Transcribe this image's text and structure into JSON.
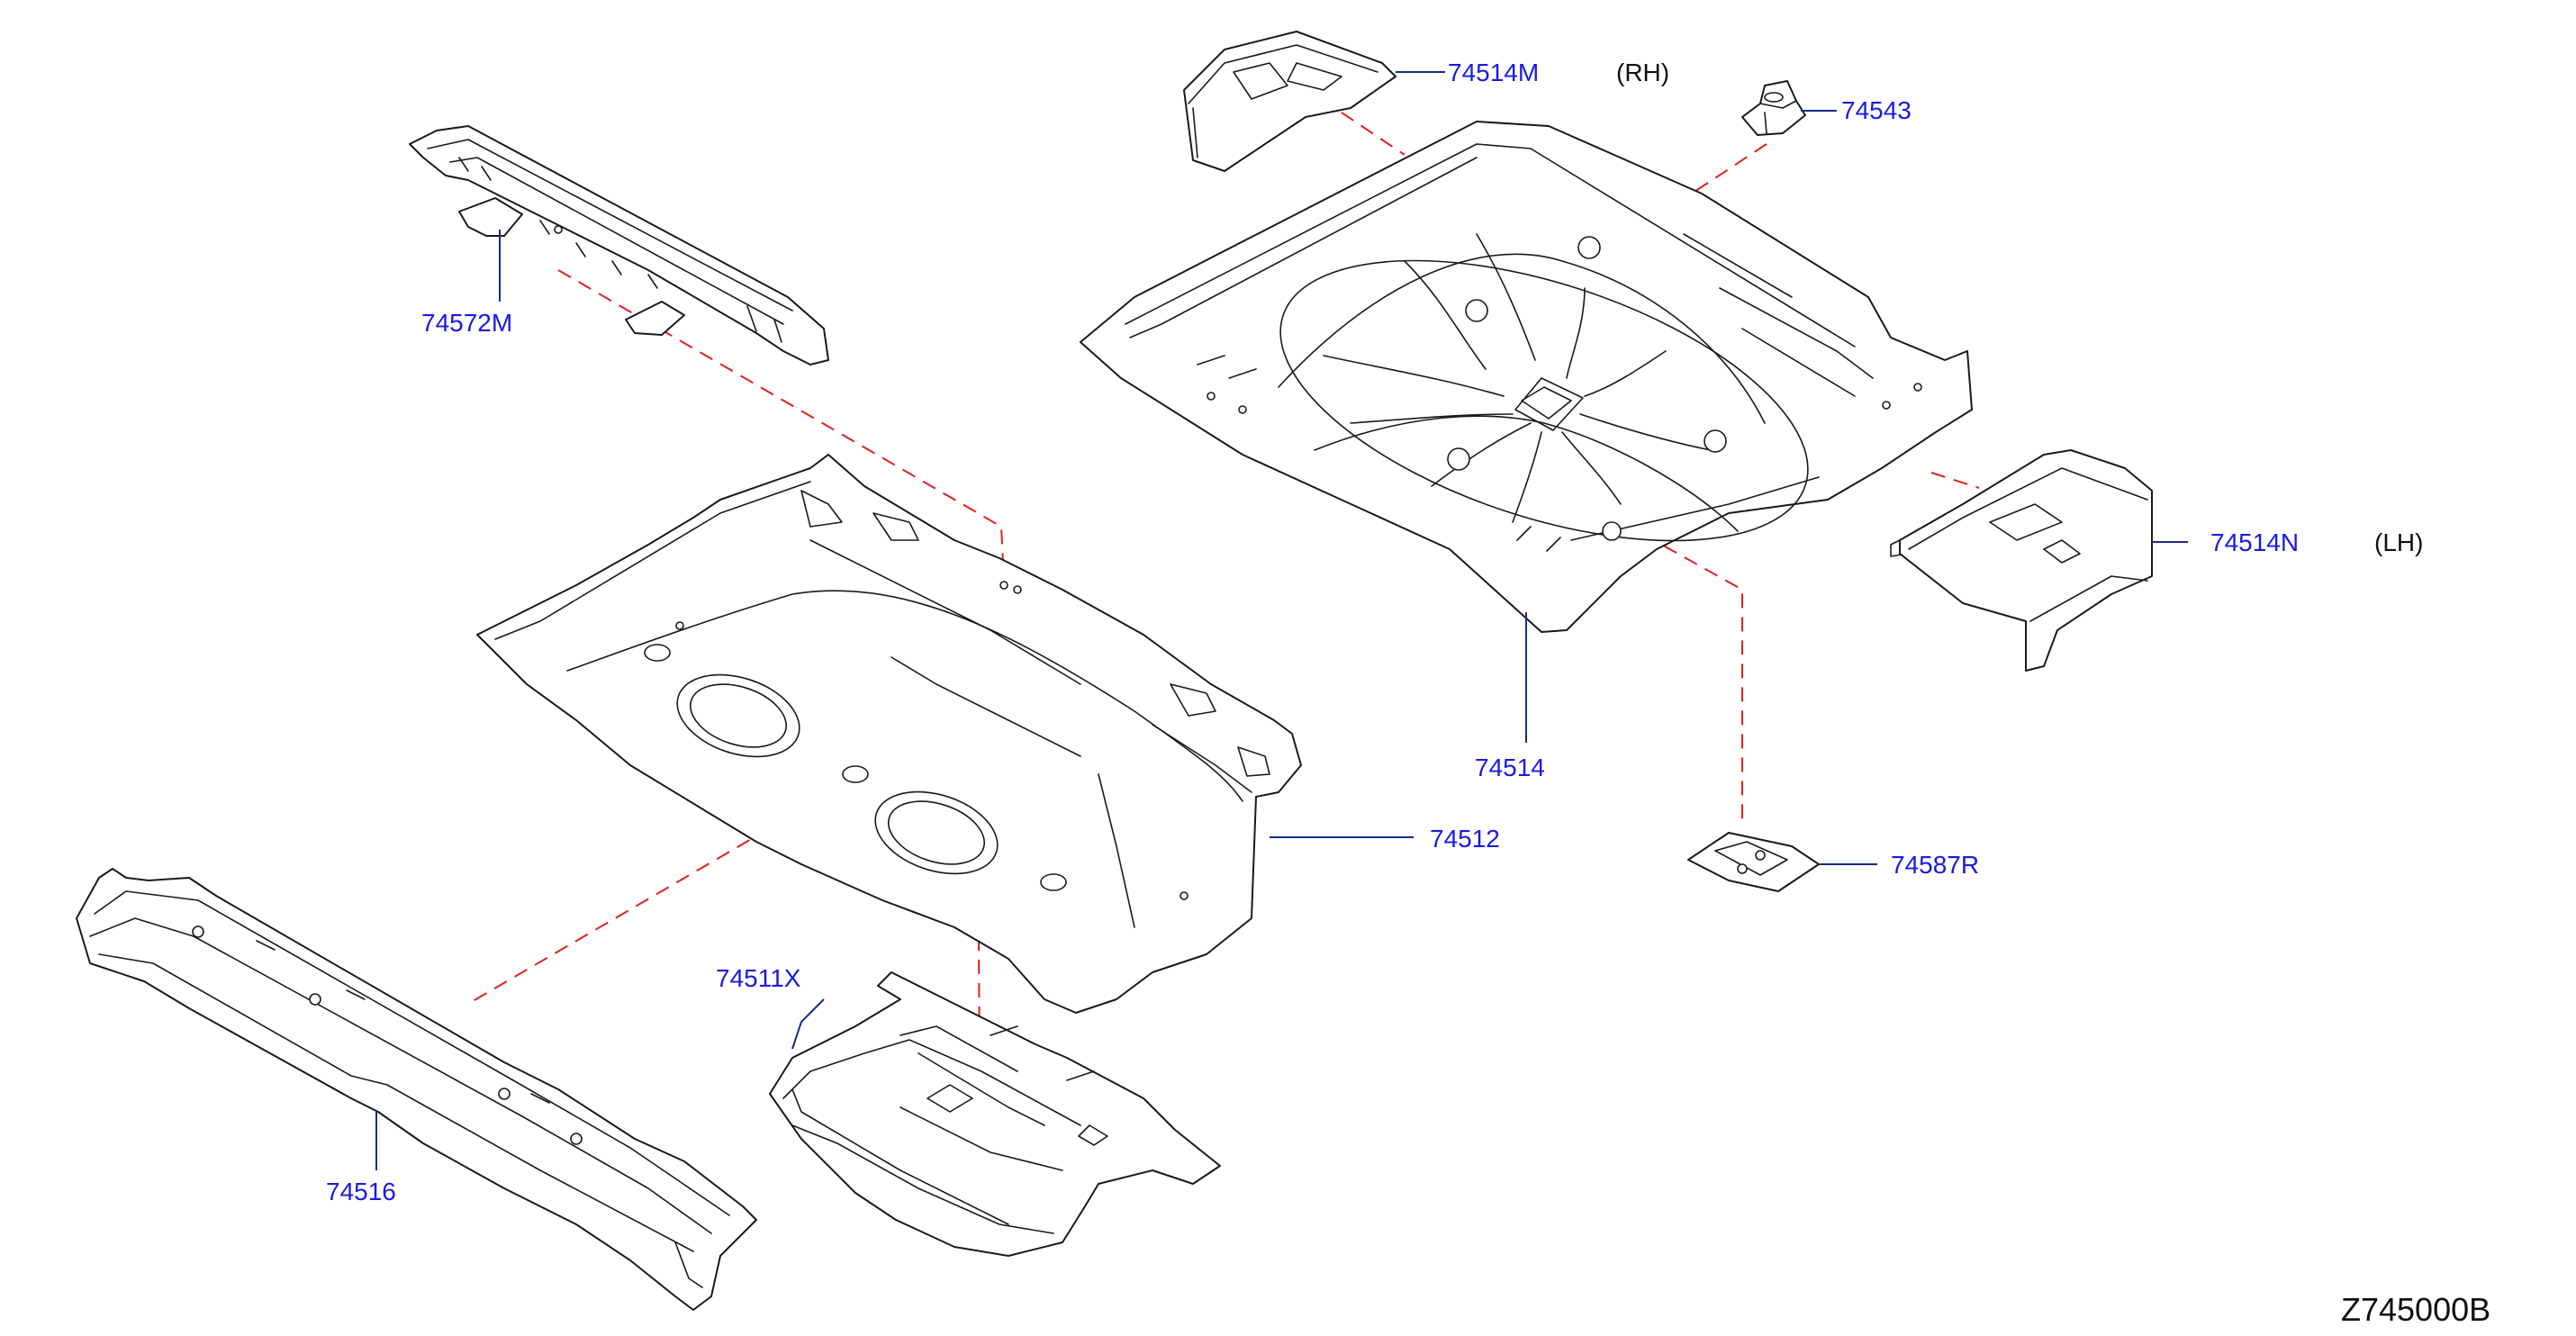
{
  "labels": {
    "rear_floor_rear": "74514",
    "side_rh": "74514M",
    "side_lh": "74514N",
    "rh": "(RH)",
    "lh": "(LH)",
    "bracket": "74543",
    "cross_member": "74572M",
    "rear_floor_front": "74512",
    "reinforcement": "74587R",
    "under_panel": "74511X",
    "side_member": "74516"
  },
  "diagram_code": "Z745000B",
  "colors": {
    "label": "#1a1ae0",
    "leader": "#1a2a8a",
    "dash": "#e0201c",
    "line": "#1a1a1a"
  }
}
